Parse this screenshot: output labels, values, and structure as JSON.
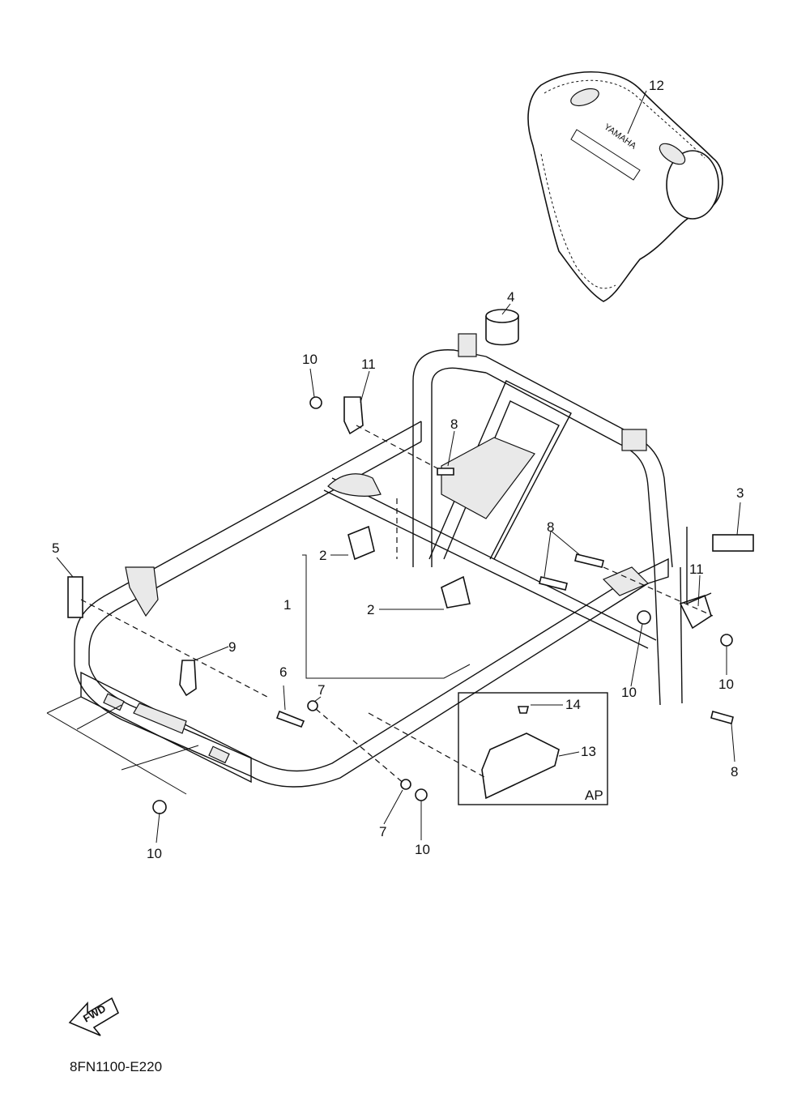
{
  "diagram": {
    "callouts": {
      "c1": "1",
      "c2a": "2",
      "c2b": "2",
      "c3": "3",
      "c4": "4",
      "c5": "5",
      "c6": "6",
      "c7a": "7",
      "c7b": "7",
      "c8a": "8",
      "c8b": "8",
      "c8c": "8",
      "c9": "9",
      "c10a": "10",
      "c10b": "10",
      "c10c": "10",
      "c10d": "10",
      "c10e": "10",
      "c11a": "11",
      "c11b": "11",
      "c12": "12",
      "c13": "13",
      "c14": "14"
    },
    "inset_label": "AP",
    "cover_brand": "YAMAHA",
    "fwd_label": "FWD",
    "diagram_code": "8FN1100-E220"
  }
}
